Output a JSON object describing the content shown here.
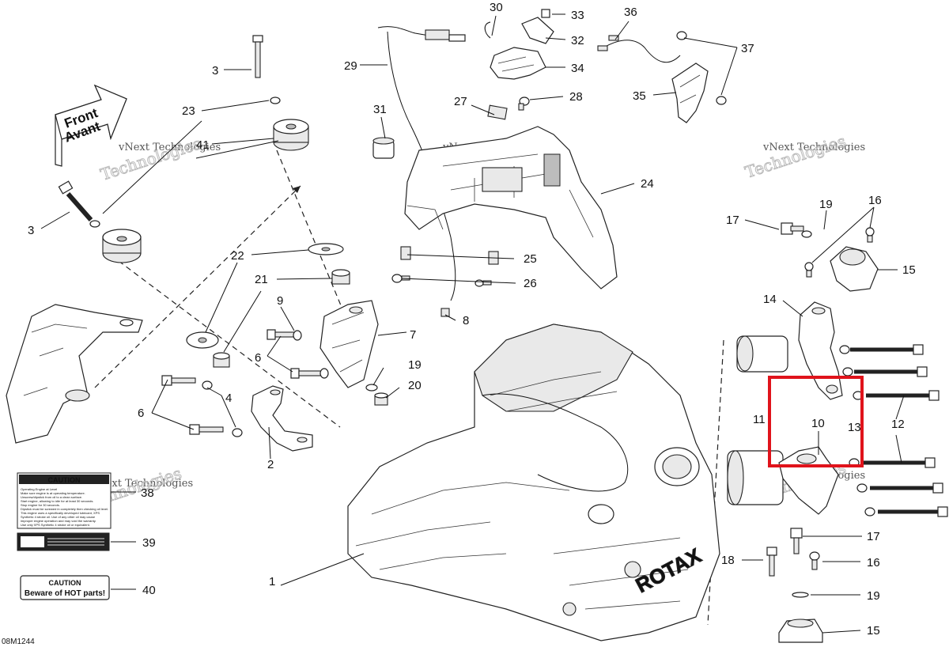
{
  "diagram_code": "08M1244",
  "arrow": {
    "line1": "Front",
    "line2": "Avant"
  },
  "watermark": {
    "line1": "vNext Technologies",
    "line2": "Technologies"
  },
  "labels": {
    "l1": "1",
    "l2": "2",
    "l3a": "3",
    "l3b": "3",
    "l4": "4",
    "l6a": "6",
    "l6b": "6",
    "l7": "7",
    "l8": "8",
    "l9": "9",
    "l10": "10",
    "l11": "11",
    "l12": "12",
    "l13": "13",
    "l14": "14",
    "l15a": "15",
    "l15b": "15",
    "l16a": "16",
    "l16b": "16",
    "l17a": "17",
    "l17b": "17",
    "l18": "18",
    "l19a": "19",
    "l19b": "19",
    "l19c": "19",
    "l20": "20",
    "l21": "21",
    "l22": "22",
    "l23": "23",
    "l24": "24",
    "l25": "25",
    "l26": "26",
    "l27": "27",
    "l28": "28",
    "l29": "29",
    "l30": "30",
    "l31": "31",
    "l32": "32",
    "l33": "33",
    "l34": "34",
    "l35": "35",
    "l36": "36",
    "l37": "37",
    "l38": "38",
    "l39": "39",
    "l40": "40",
    "l41": "41"
  },
  "decals": {
    "caution_title": "CAUTION",
    "caution_lines": [
      "Operating Engine at Level",
      "Make sure engine is at operating temperature.",
      "Unscrew/dipstick from oil to a clean surface.",
      "Start engine, allowing to idle for at least 30 seconds.",
      "Stop engine for 30 seconds.",
      "Dipstick must be screwed in completely then checking oil level.",
      "This engine uses a specifically developed lubricant, XPS",
      "Synthetic 4 stroke oil. Use of any other oil may cause",
      "improper engine operation and may void the warranty.",
      "Use only XPS Synthetic 4 stroke oil or equivalent."
    ],
    "caution2_title": "CAUTION",
    "hot_text": "Beware of HOT parts!"
  },
  "brand": "ROTAX",
  "colors": {
    "highlight": "#e0131b",
    "line": "#222222"
  }
}
